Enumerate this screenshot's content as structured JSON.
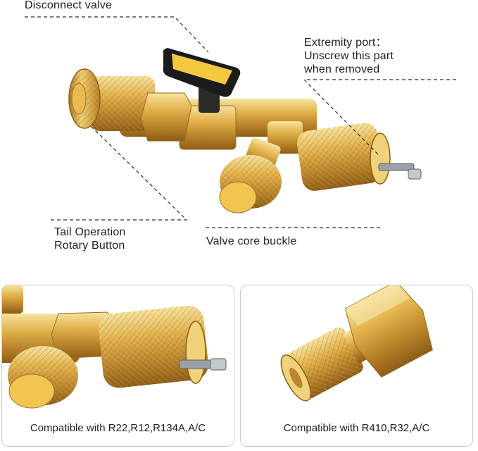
{
  "top_labels": {
    "disconnect_valve": "Disconnect valve",
    "extremity_port": "Extremity port：\nUnscrew this part\nwhen removed",
    "tail_operation": "Tail Operation\nRotary Button",
    "valve_core_buckle": "Valve core buckle"
  },
  "cards": [
    {
      "caption": "Compatible with R22,R12,R134A,A/C"
    },
    {
      "caption": "Compatible with R410,R32,A/C"
    }
  ],
  "colors": {
    "brass_light": "#f3d27a",
    "brass_mid": "#d9a63a",
    "brass_dark": "#a8741c",
    "handle_black": "#1b1b1b",
    "handle_yellow": "#f5c842",
    "leader_line": "#2b2b2b"
  }
}
